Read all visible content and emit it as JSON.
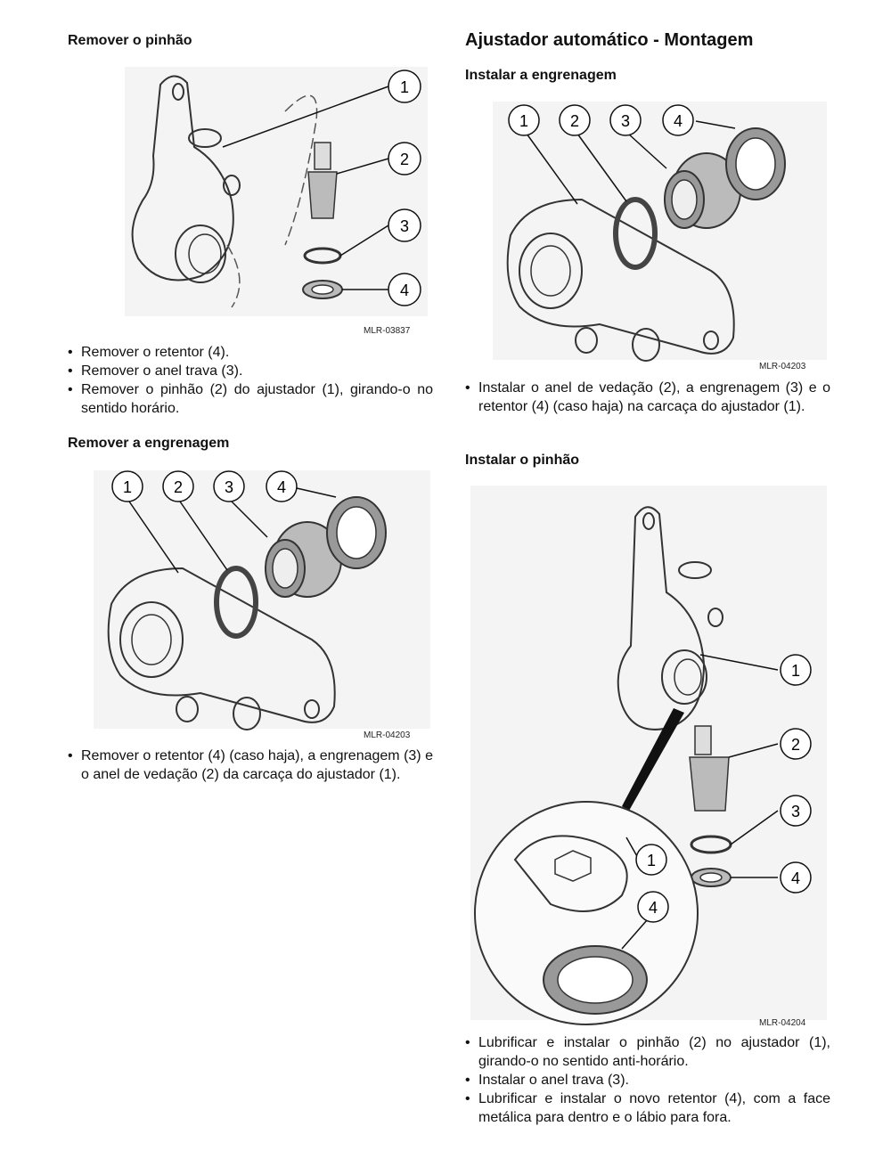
{
  "left": {
    "section1": {
      "heading": "Remover o pinhão",
      "figure_code": "MLR-03837",
      "callouts": [
        "1",
        "2",
        "3",
        "4"
      ],
      "bullets": [
        "Remover o retentor (4).",
        "Remover o anel trava (3).",
        "Remover o pinhão (2) do ajustador (1), girando-o no sentido horário."
      ]
    },
    "section2": {
      "heading": "Remover a engrenagem",
      "figure_code": "MLR-04203",
      "callouts": [
        "1",
        "2",
        "3",
        "4"
      ],
      "bullets": [
        "Remover o retentor (4) (caso haja), a engrenagem (3) e o anel de vedação (2) da carcaça do ajustador (1)."
      ]
    }
  },
  "right": {
    "title": "Ajustador automático - Montagem",
    "section1": {
      "heading": "Instalar a engrenagem",
      "figure_code": "MLR-04203",
      "callouts": [
        "1",
        "2",
        "3",
        "4"
      ],
      "bullets": [
        "Instalar o anel de vedação (2), a engrenagem (3) e o retentor (4) (caso haja) na carcaça do ajustador (1)."
      ]
    },
    "section2": {
      "heading": "Instalar o pinhão",
      "figure_code": "MLR-04204",
      "callouts": [
        "1",
        "2",
        "3",
        "4"
      ],
      "detail_callouts": [
        "1",
        "4"
      ],
      "bullets": [
        "Lubrificar e instalar o pinhão (2) no ajustador (1), girando-o no sentido anti-horário.",
        "Instalar o anel trava (3).",
        "Lubrificar e instalar o novo retentor (4), com a face metálica para dentro e o lábio para fora."
      ]
    }
  }
}
